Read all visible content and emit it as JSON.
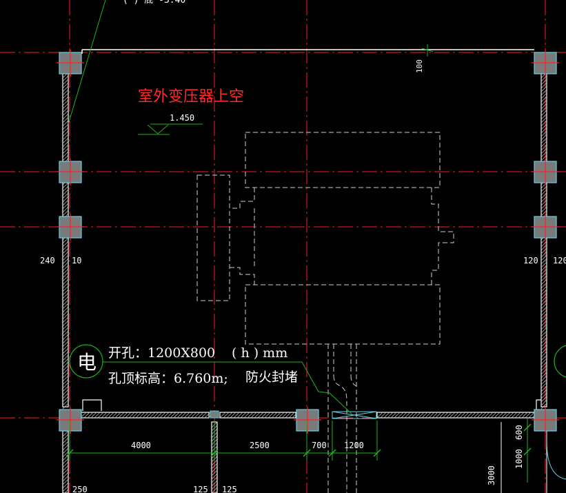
{
  "drawing": {
    "background": "#000000",
    "colors": {
      "axis": "#ff2020",
      "wall": "#ffffff",
      "hatch": "#bdbdbd",
      "column_fill": "#7a7a7a",
      "column_border": "#5fd3e6",
      "equipment": "#cfcfcf",
      "leader": "#1fb51f",
      "label_red": "#ff2a2a",
      "text_white": "#ffffff"
    },
    "top_text": "(  ) 底  -3.40",
    "room_label": "室外变压器上空",
    "elevation": "1.450",
    "dim_top": "100",
    "dim_left_outer": "240",
    "dim_left_inner": "10",
    "dim_right_inner": "120",
    "dim_right_outer": "120",
    "electric_symbol": "电",
    "note_line1": "开孔：1200X800",
    "note_line1_unit": "(  h  ) mm",
    "note_line2": "孔顶标高：6.760m;",
    "note_line2_extra": "防火封堵",
    "bottom_dims": [
      "4000",
      "2500",
      "700",
      "1200"
    ],
    "right_dims": [
      "600",
      "1000",
      "3000"
    ],
    "lower_labels": [
      "250",
      "125",
      "125"
    ]
  }
}
